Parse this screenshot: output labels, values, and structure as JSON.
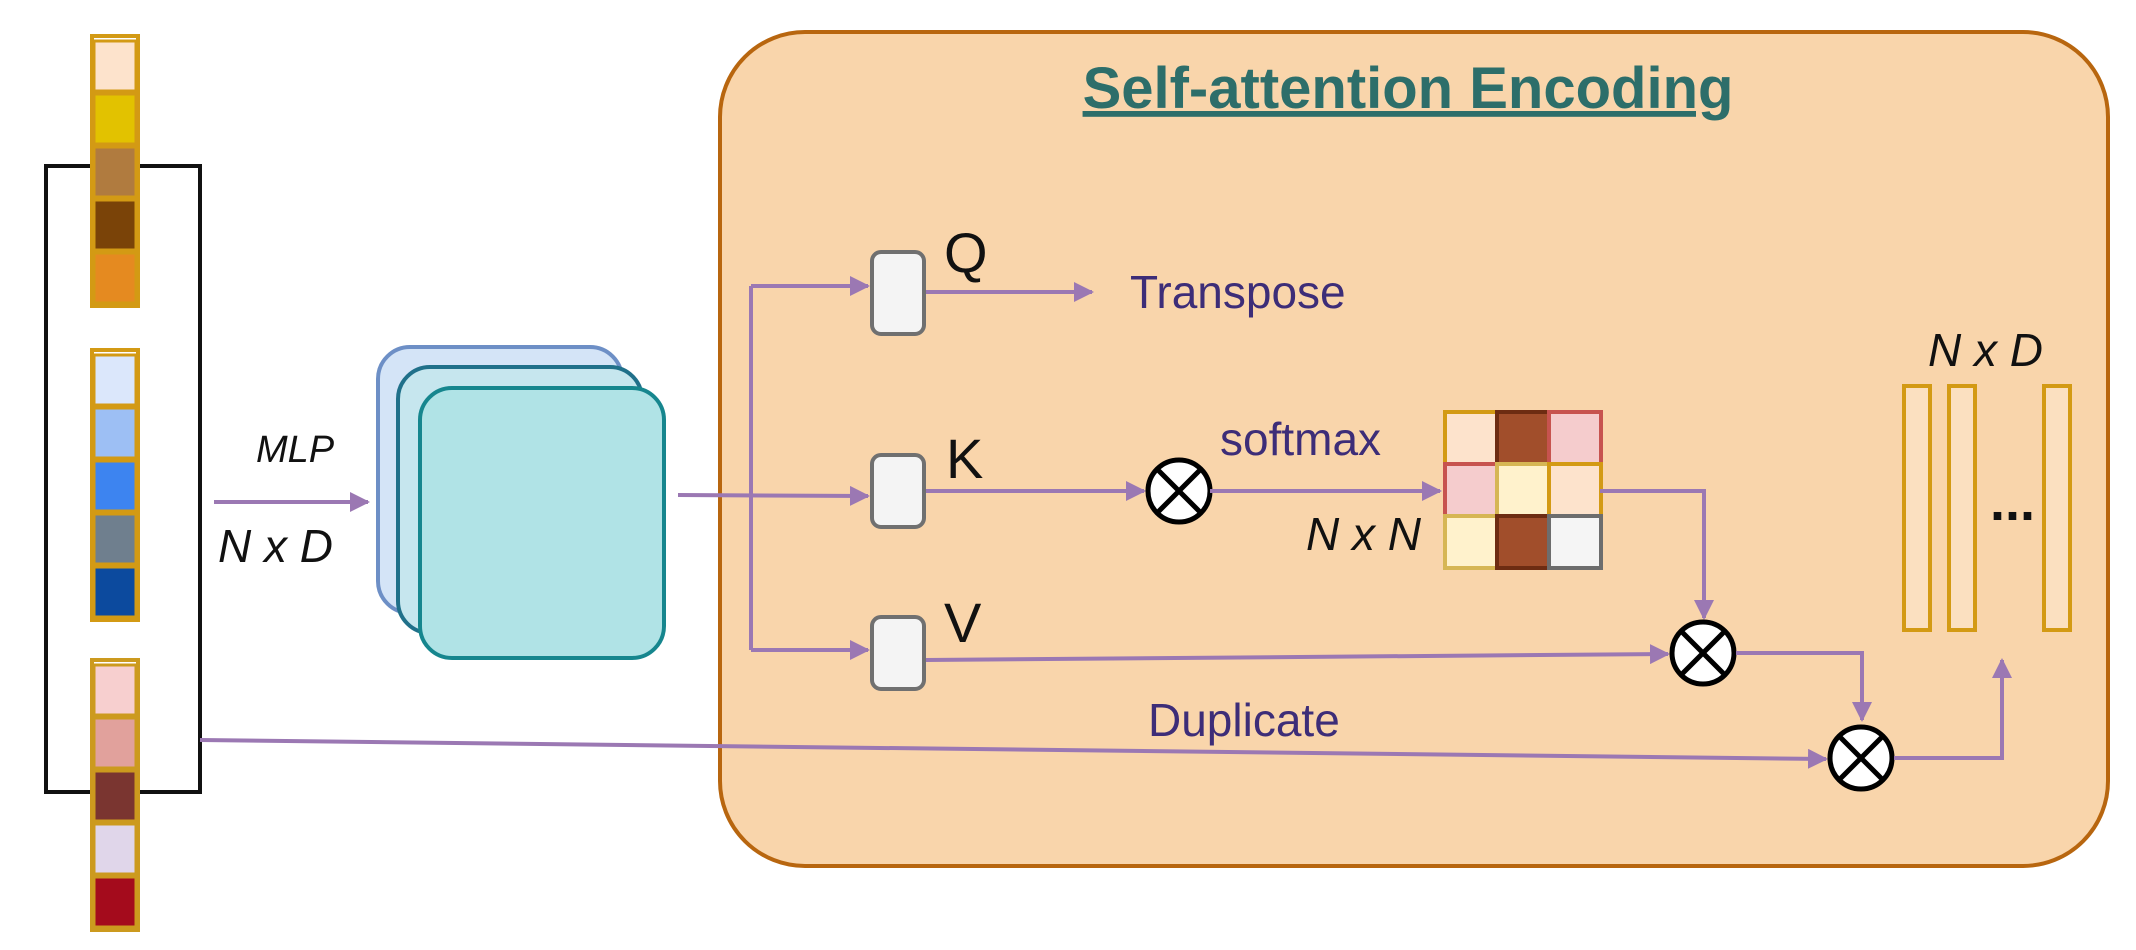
{
  "title": "Self-attention Encoding",
  "labels": {
    "mlp": "MLP",
    "nxd_left": "N x D",
    "q": "Q",
    "k": "K",
    "v": "V",
    "transpose": "Transpose",
    "softmax": "softmax",
    "nxn": "N x N",
    "duplicate": "Duplicate",
    "nxd_right": "N x D",
    "ellipsis": "..."
  },
  "colors": {
    "panel_fill": "#f9d5ab",
    "panel_border": "#b8660f",
    "title": "#2d6e6a",
    "arrow": "#9b78b3",
    "text": "#3d2d78",
    "output_col_fill": "#fbe0c0",
    "output_col_border": "#d39a14"
  },
  "token_groups": [
    {
      "border": "#d39a14",
      "cells": [
        "#fde3cc",
        "#e2c200",
        "#b07b3f",
        "#7a4308",
        "#e58a20"
      ]
    },
    {
      "border": "#d39a14",
      "cells": [
        "#dbe7fb",
        "#9dbff4",
        "#3d84f0",
        "#6f7f8e",
        "#0c4a9e"
      ]
    },
    {
      "border": "#cc9a1e",
      "cells": [
        "#f7cfcf",
        "#e1a19c",
        "#7a3530",
        "#e0d6ea",
        "#a40b1c"
      ]
    }
  ],
  "matrix": {
    "rows": [
      [
        {
          "fill": "#fde3cc",
          "border": "#d39a14"
        },
        {
          "fill": "#a14e2b",
          "border": "#6d2c12"
        },
        {
          "fill": "#f5cccd",
          "border": "#c7534f"
        }
      ],
      [
        {
          "fill": "#f5cccd",
          "border": "#c7534f"
        },
        {
          "fill": "#fff2cc",
          "border": "#d6b654"
        },
        {
          "fill": "#fde3cc",
          "border": "#d39a14"
        }
      ],
      [
        {
          "fill": "#fff2cc",
          "border": "#d6b654"
        },
        {
          "fill": "#a14e2b",
          "border": "#6d2c12"
        },
        {
          "fill": "#f5f5f5",
          "border": "#6d6d6d"
        }
      ]
    ]
  }
}
